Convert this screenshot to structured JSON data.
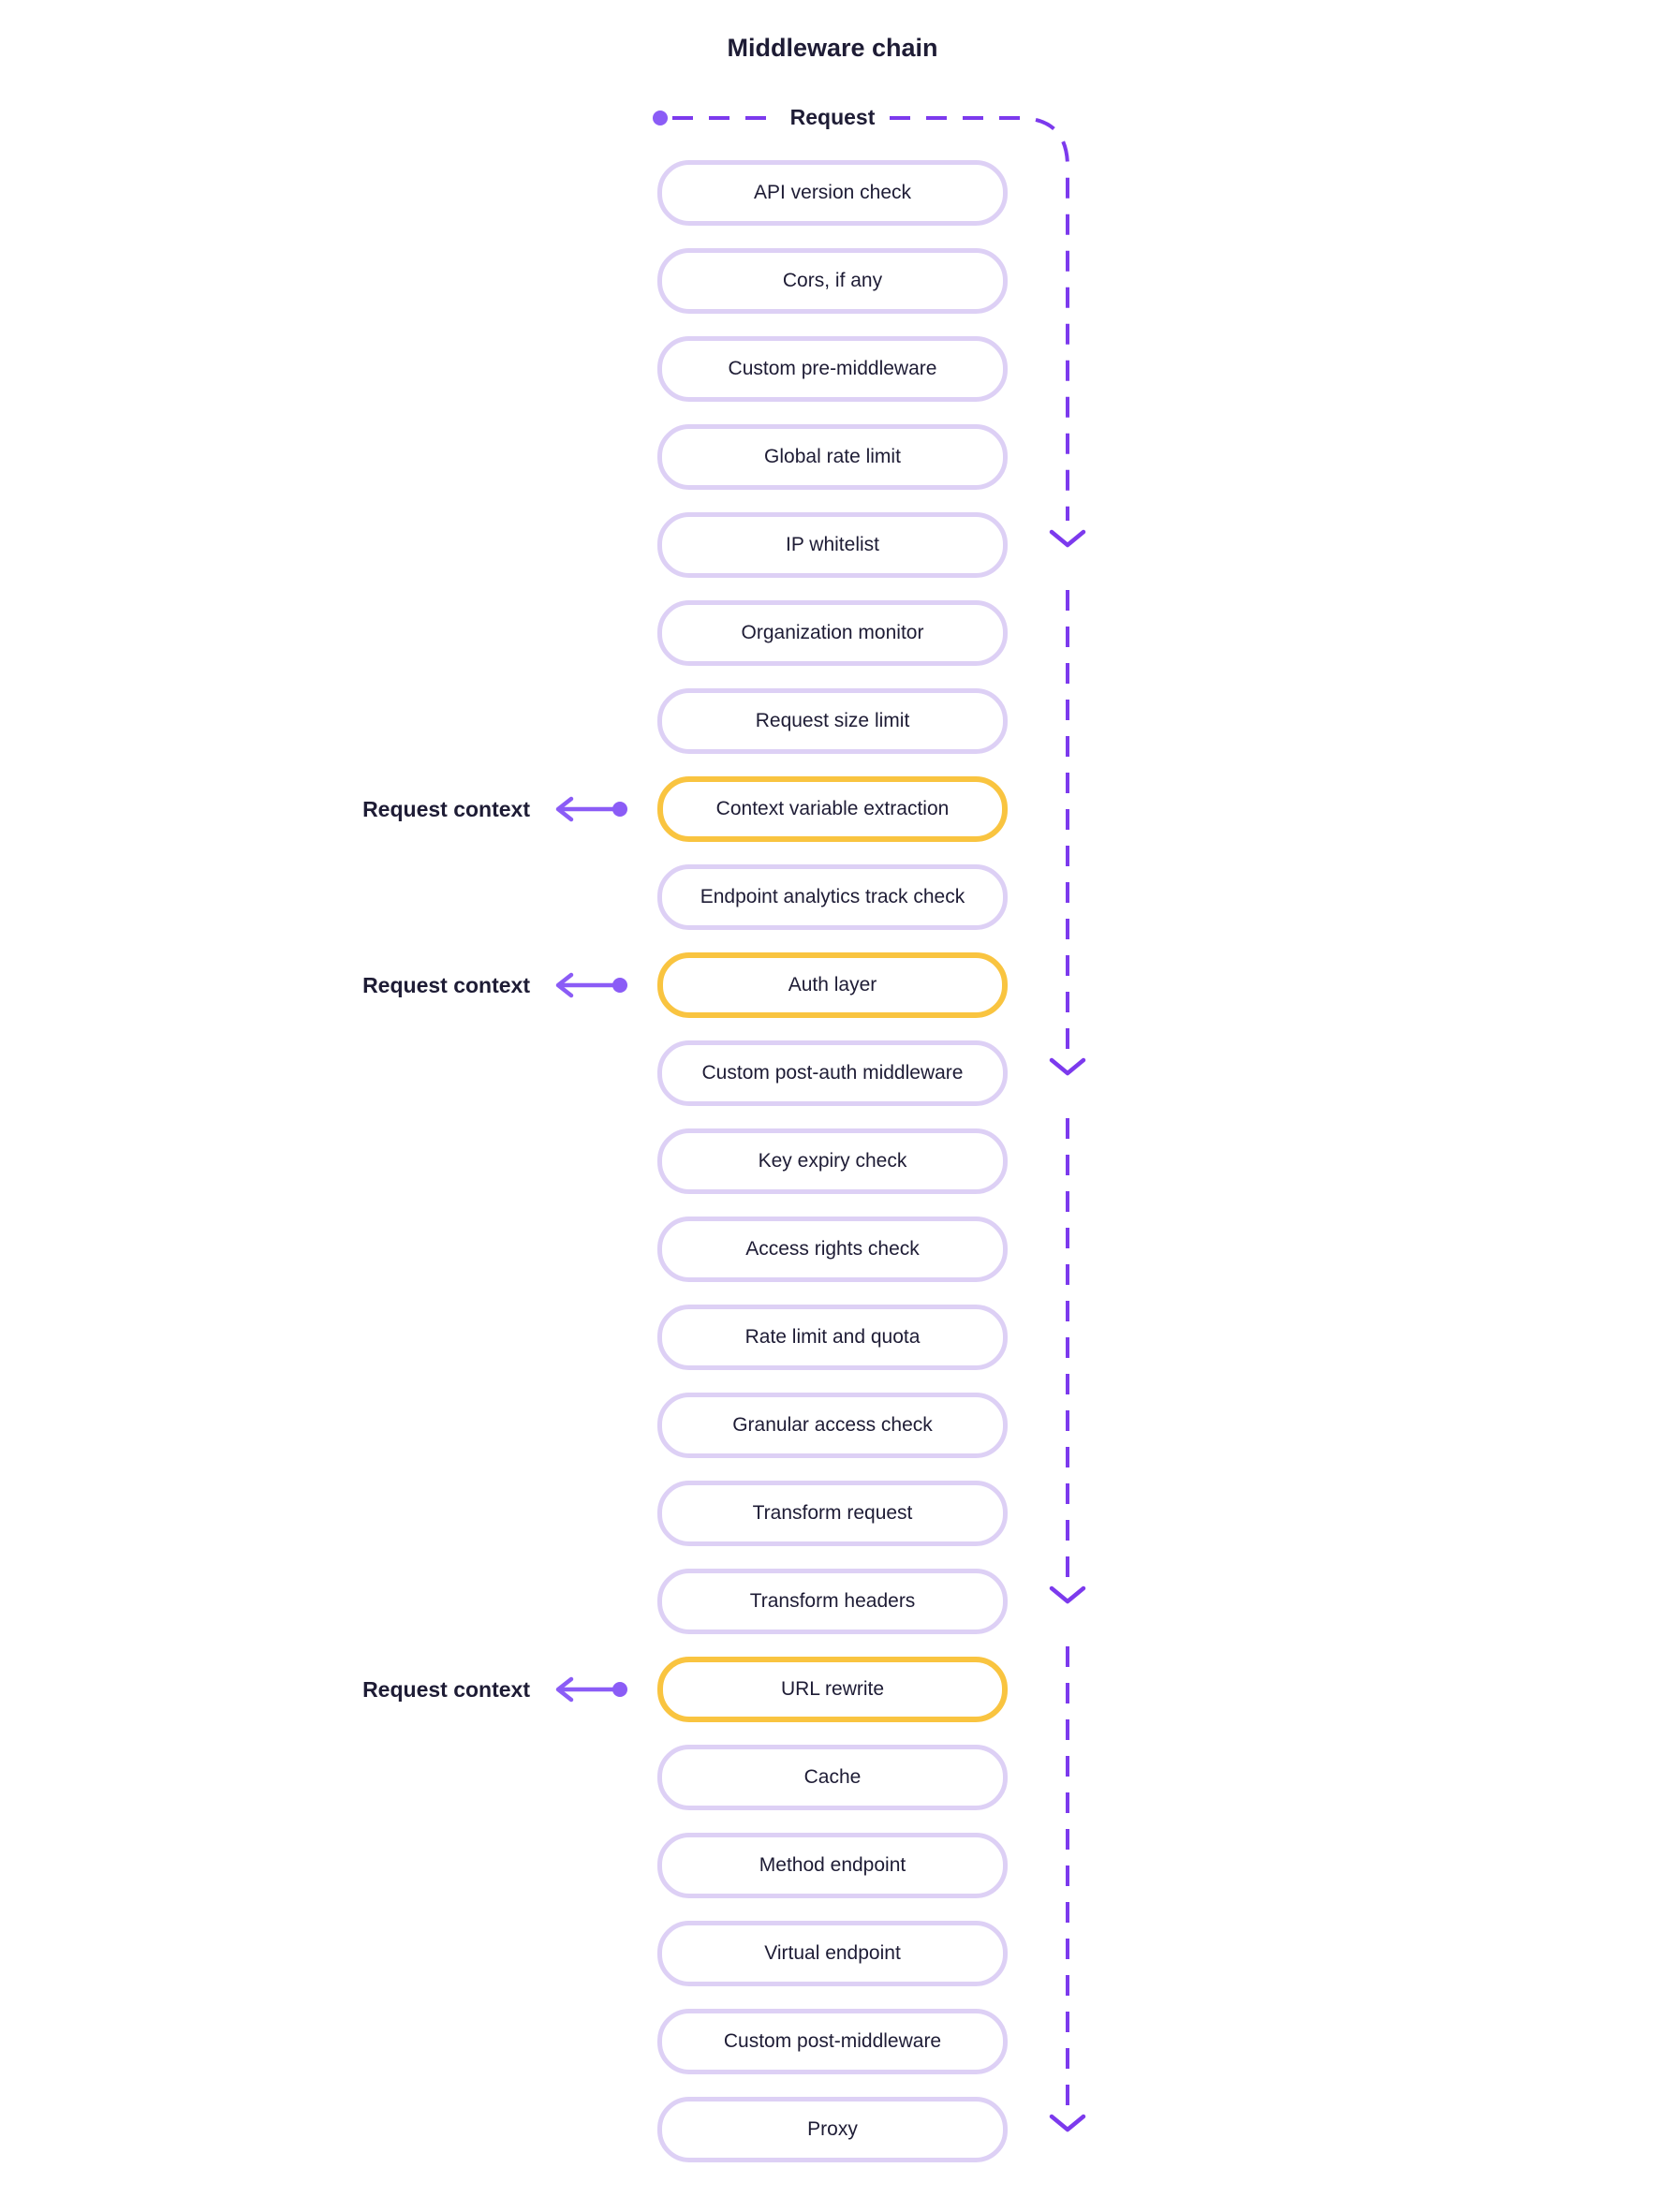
{
  "title": "Middleware chain",
  "request_label": "Request",
  "request_context_label": "Request context",
  "colors": {
    "line_purple": "#7c3aed",
    "arrow_purple": "#8b5cf6",
    "box_border_lavender": "#ddd0f5",
    "highlight_yellow": "#f9c440",
    "text_dark": "#1e1c35",
    "background": "#ffffff"
  },
  "icons": {
    "start_dot": "dot-icon",
    "flow_down": "chevron-down-icon",
    "context_arrow": "arrow-left-icon"
  },
  "middlewares": [
    {
      "label": "API version check",
      "highlighted": false
    },
    {
      "label": "Cors, if any",
      "highlighted": false
    },
    {
      "label": "Custom pre-middleware",
      "highlighted": false
    },
    {
      "label": "Global rate limit",
      "highlighted": false
    },
    {
      "label": "IP whitelist",
      "highlighted": false
    },
    {
      "label": "Organization monitor",
      "highlighted": false
    },
    {
      "label": "Request size limit",
      "highlighted": false
    },
    {
      "label": "Context variable extraction",
      "highlighted": true
    },
    {
      "label": "Endpoint analytics track check",
      "highlighted": false
    },
    {
      "label": "Auth layer",
      "highlighted": true
    },
    {
      "label": "Custom post-auth middleware",
      "highlighted": false
    },
    {
      "label": "Key expiry check",
      "highlighted": false
    },
    {
      "label": "Access rights check",
      "highlighted": false
    },
    {
      "label": "Rate limit and quota",
      "highlighted": false
    },
    {
      "label": "Granular access check",
      "highlighted": false
    },
    {
      "label": "Transform request",
      "highlighted": false
    },
    {
      "label": "Transform headers",
      "highlighted": false
    },
    {
      "label": "URL rewrite",
      "highlighted": true
    },
    {
      "label": "Cache",
      "highlighted": false
    },
    {
      "label": "Method endpoint",
      "highlighted": false
    },
    {
      "label": "Virtual endpoint",
      "highlighted": false
    },
    {
      "label": "Custom post-middleware",
      "highlighted": false
    },
    {
      "label": "Proxy",
      "highlighted": false
    }
  ]
}
